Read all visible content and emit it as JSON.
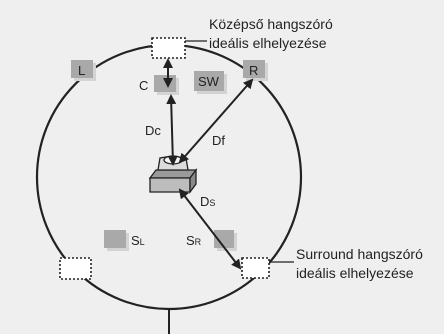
{
  "callouts": {
    "center_line1": "Középső hangszóró",
    "center_line2": "ideális elhelyezése",
    "surround_line1": "Surround hangszóró",
    "surround_line2": "ideális elhelyezése"
  },
  "speakers": {
    "left": "L",
    "right": "R",
    "center": "C",
    "subwoofer": "SW",
    "surround_left": "S",
    "surround_left_sub": "L",
    "surround_right": "S",
    "surround_right_sub": "R"
  },
  "distances": {
    "center": "Dc",
    "front": "Df",
    "surround": "D",
    "surround_sub": "S"
  },
  "colors": {
    "background": "#efefef",
    "line": "#222222",
    "speaker_fill": "#a9a9a9",
    "speaker_shadow": "#d3d3d3",
    "ideal_box_fill": "#ffffff"
  }
}
